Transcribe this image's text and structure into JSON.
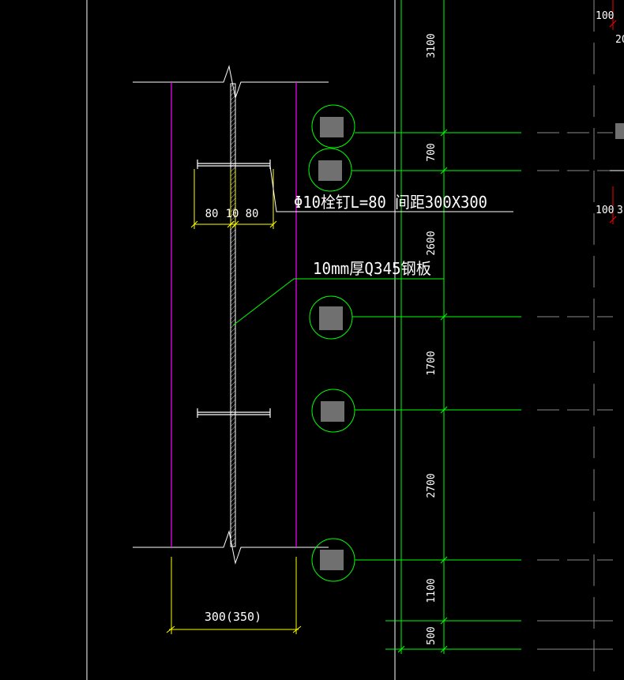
{
  "colors": {
    "background": "#000000",
    "white": "#ffffff",
    "green": "#00ff00",
    "magenta": "#ff00ff",
    "yellow": "#ffff00",
    "red": "#ff0000",
    "gray": "#8a8a8a"
  },
  "annotations": {
    "stud_spec": "Φ10栓钉L=80   间距300X300",
    "plate_spec": "10mm厚Q345钢板"
  },
  "plan_dims": {
    "stud_left": "80",
    "plate": "10",
    "stud_right": "80",
    "wall_width": "300(350)"
  },
  "elevation_dims": [
    "3100",
    "700",
    "2600",
    "1700",
    "2700",
    "1100",
    "500"
  ],
  "edge_labels": [
    "100",
    "20",
    "100",
    "3"
  ]
}
